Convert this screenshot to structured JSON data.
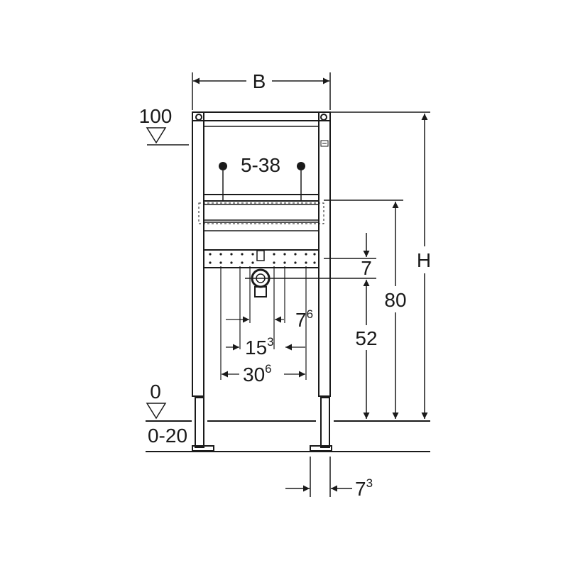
{
  "dimensions": {
    "width_label": "B",
    "height_label": "H",
    "top_level": "100",
    "floor_level": "0",
    "floor_range": "0-20",
    "rail_spacing": "5-38",
    "height_80": "80",
    "height_52": "52",
    "offset_7": "7",
    "spacing_7_6": {
      "base": "7",
      "sup": "6"
    },
    "spacing_15_3": {
      "base": "15",
      "sup": "3"
    },
    "spacing_30_6": {
      "base": "30",
      "sup": "6"
    },
    "foot_7_3": {
      "base": "7",
      "sup": "3"
    }
  },
  "colors": {
    "line": "#1a1a1a",
    "background": "#ffffff"
  }
}
